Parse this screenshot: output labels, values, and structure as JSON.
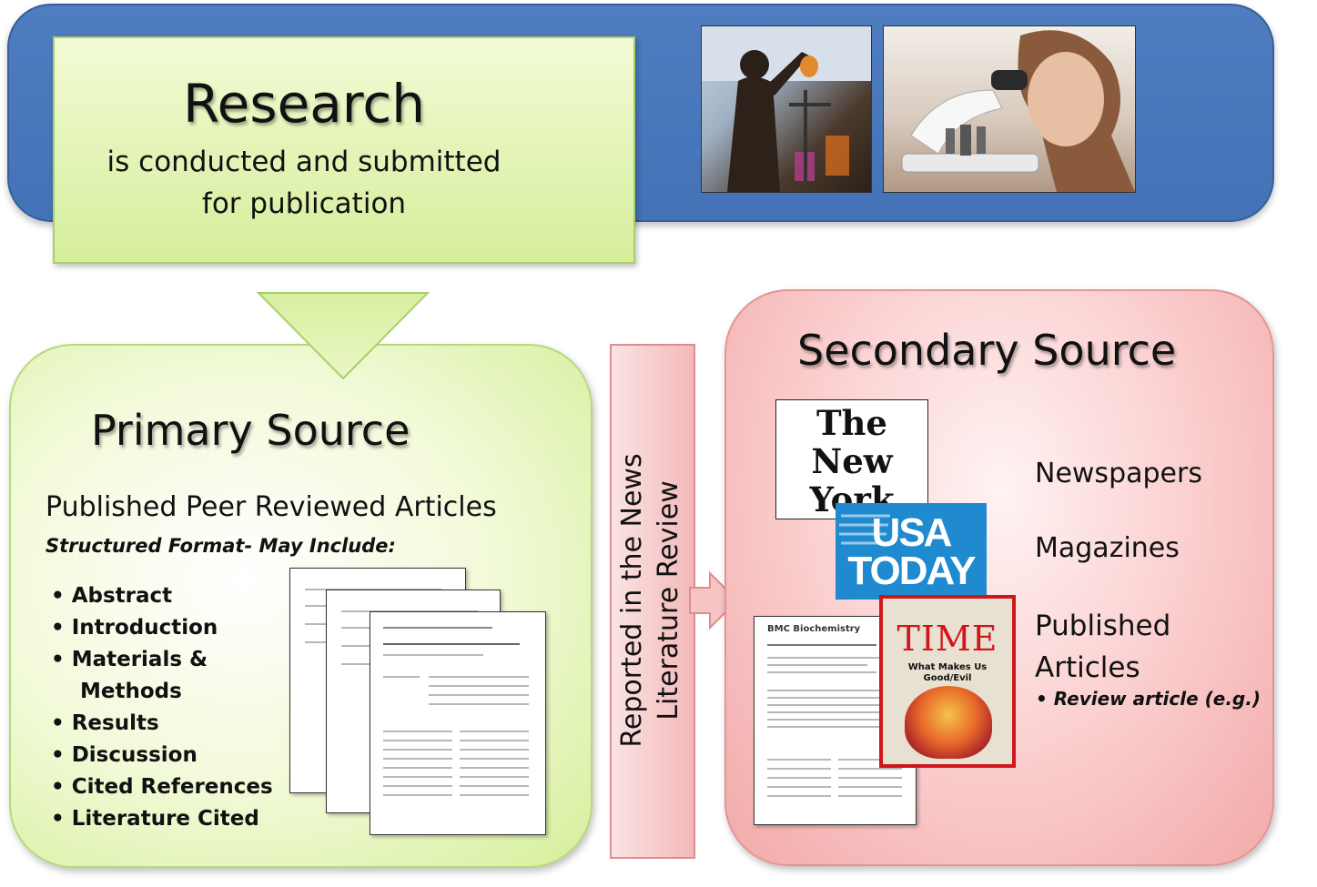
{
  "research": {
    "title": "Research",
    "subtitle_line1": "is conducted and submitted",
    "subtitle_line2": "for publication"
  },
  "primary": {
    "title": "Primary Source",
    "subtitle": "Published Peer Reviewed Articles",
    "format_note": "Structured Format- May Include:",
    "items": [
      "• Abstract",
      "• Introduction",
      "• Materials &",
      "    Methods",
      "• Results",
      "• Discussion",
      "• Cited References",
      "• Literature Cited"
    ]
  },
  "connector": {
    "line1": "Reported in the News",
    "line2": "Literature Review"
  },
  "secondary": {
    "title": "Secondary Source",
    "logos": {
      "nyt": "The New York Times",
      "usa": "USA TODAY",
      "time": "TIME",
      "time_sub": "What Makes Us Good/Evil",
      "bmc": "BMC Biochemistry"
    },
    "labels": {
      "newspapers": "Newspapers",
      "magazines": "Magazines",
      "published_articles": "Published Articles",
      "review": "• Review article (e.g.)"
    }
  },
  "colors": {
    "banner": "#4a78bc",
    "green": "#d5ee9b",
    "pink": "#f3b9b9"
  }
}
